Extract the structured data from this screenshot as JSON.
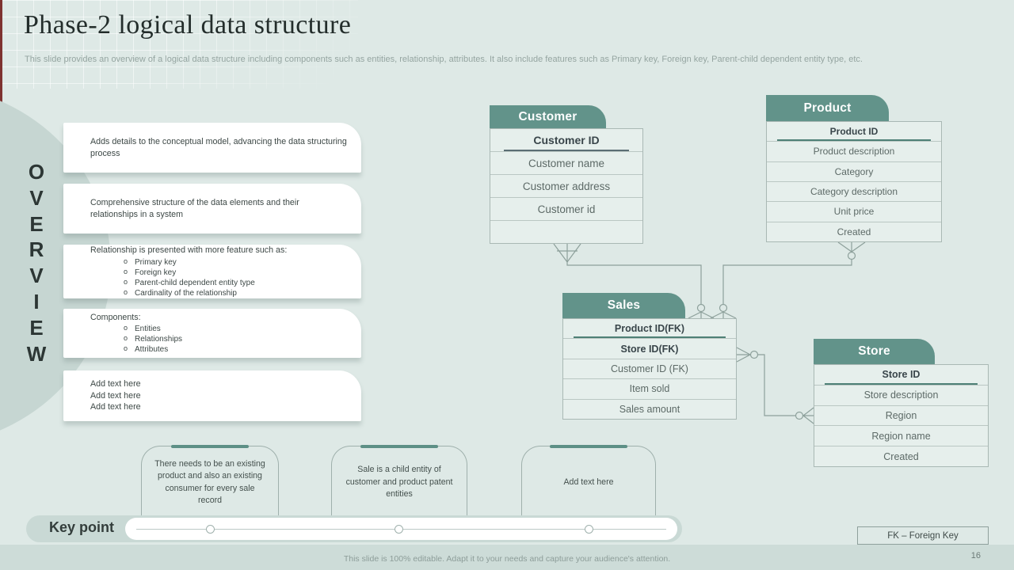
{
  "slide": {
    "title": "Phase-2 logical data structure",
    "subtitle": "This slide provides an overview of a logical data structure including components such as entities, relationship, attributes. It also include features such as Primary key,  Foreign key,  Parent-child dependent entity type,  etc.",
    "footer": "This slide is 100% editable.  Adapt it to your needs and capture your audience's attention.",
    "page_number": "16"
  },
  "overview": {
    "label": "OVERVIEW",
    "letters": [
      "O",
      "V",
      "E",
      "R",
      "V",
      "I",
      "E",
      "W"
    ],
    "boxes": [
      {
        "lines": [
          "Adds details to the conceptual model,  advancing the data structuring process"
        ],
        "bullets": []
      },
      {
        "lines": [
          "Comprehensive structure of the data elements and their relationships in a system"
        ],
        "bullets": []
      },
      {
        "lines": [
          "Relationship  is presented with more feature such as:"
        ],
        "bullets": [
          "Primary key",
          "Foreign key",
          "Parent-child dependent  entity type",
          "Cardinality of the relationship"
        ]
      },
      {
        "lines": [
          "Components:"
        ],
        "bullets": [
          "Entities",
          "Relationships",
          "Attributes"
        ]
      },
      {
        "lines": [
          "Add text here",
          "Add text here",
          "Add text here"
        ],
        "bullets": []
      }
    ]
  },
  "entities": {
    "customer": {
      "title": "Customer",
      "rows": [
        "Customer ID",
        "Customer name",
        "Customer address",
        "Customer id",
        ""
      ]
    },
    "product": {
      "title": "Product",
      "rows": [
        "Product ID",
        "Product description",
        "Category",
        "Category description",
        "Unit price",
        "Created"
      ]
    },
    "sales": {
      "title": "Sales",
      "rows": [
        "Product ID(FK)",
        "Store ID(FK)",
        "Customer  ID (FK)",
        "Item sold",
        "Sales amount"
      ]
    },
    "store": {
      "title": "Store",
      "rows": [
        "Store ID",
        "Store description",
        "Region",
        "Region  name",
        "Created"
      ]
    }
  },
  "key_points": {
    "label": "Key point",
    "items": [
      "There needs to be an existing product and also an existing consumer for every  sale record",
      "Sale is a child entity  of customer and product patent entities",
      "Add text here"
    ]
  },
  "legend": {
    "fk": "FK – Foreign Key"
  },
  "colors": {
    "background": "#dee9e6",
    "blob": "#c6d6d2",
    "entity_header": "#62938a",
    "pk_underline": "#4e8076",
    "connector": "#8da09b",
    "accent_red_strip": "#7e3230"
  }
}
